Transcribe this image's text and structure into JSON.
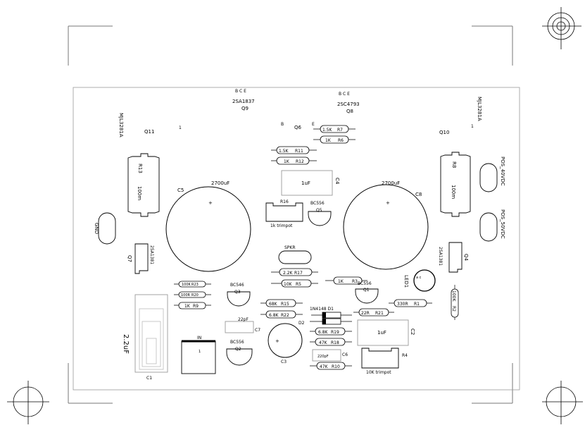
{
  "colors": {
    "outline": "#000000",
    "board_edge": "#999999",
    "cap_fill": "#ffffff",
    "resistor_fill": "#d9d9d9",
    "crop_mark": "#777777"
  },
  "transistors": {
    "q11": {
      "ref": "Q11",
      "part": "MJL3281A",
      "pin": "1"
    },
    "q9": {
      "ref": "Q9",
      "part": "2SA1837",
      "pins": "B C E"
    },
    "q8": {
      "ref": "Q8",
      "part": "2SC4793",
      "pins": "B C E"
    },
    "q10": {
      "ref": "Q10",
      "part": "MJL3281A",
      "pin": "1"
    },
    "q6": {
      "ref": "Q6",
      "pin_e": "E",
      "pin_b": "B"
    },
    "q5": {
      "ref": "Q5",
      "part": "BC556"
    },
    "q3": {
      "ref": "Q3",
      "part": "BC546"
    },
    "q1": {
      "ref": "Q1",
      "part": "BC556"
    },
    "q2": {
      "ref": "Q2",
      "part": "BC556"
    },
    "q7": {
      "ref": "Q7",
      "part": "2SA1381"
    },
    "q4": {
      "ref": "Q4",
      "part": "2SA1381"
    }
  },
  "resistors": {
    "r13": {
      "ref": "R13",
      "value": "100m"
    },
    "r8": {
      "ref": "R8",
      "value": "100m"
    },
    "r7": {
      "ref": "R7",
      "value": "1.5K"
    },
    "r6": {
      "ref": "R6",
      "value": "1K"
    },
    "r11": {
      "ref": "R11",
      "value": "1.5K"
    },
    "r12": {
      "ref": "R12",
      "value": "1K"
    },
    "r16": {
      "ref": "R16",
      "value": "1k trimpot"
    },
    "r17": {
      "ref": "R17",
      "value": "2.2K"
    },
    "r5": {
      "ref": "R5",
      "value": "10K"
    },
    "r3": {
      "ref": "R3",
      "value": "1K"
    },
    "r23": {
      "ref": "R23",
      "value": "100K"
    },
    "r20": {
      "ref": "R20",
      "value": "100R"
    },
    "r9": {
      "ref": "R9",
      "value": "1K"
    },
    "r15": {
      "ref": "R15",
      "value": "68K"
    },
    "r22": {
      "ref": "R22",
      "value": "6.8K"
    },
    "r1": {
      "ref": "R1",
      "value": "330R"
    },
    "r21": {
      "ref": "R21",
      "value": "22R"
    },
    "r2": {
      "ref": "R2",
      "value": "100K"
    },
    "r19": {
      "ref": "R19",
      "value": "6.8K"
    },
    "r18": {
      "ref": "R18",
      "value": "47K"
    },
    "r10": {
      "ref": "R10",
      "value": "47K"
    },
    "r4": {
      "ref": "R4",
      "value": "10K trimpot"
    }
  },
  "capacitors": {
    "c5": {
      "ref": "C5",
      "value": "2700uF",
      "plus": "+"
    },
    "c8": {
      "ref": "C8",
      "value": "2700uF",
      "plus": "+"
    },
    "c3": {
      "ref": "C3",
      "plus": "+"
    },
    "c1": {
      "ref": "C1",
      "value": "2.2uF"
    },
    "c2": {
      "ref": "C2",
      "value": "1uF"
    },
    "c4": {
      "ref": "C4",
      "value": "1uF"
    },
    "c7": {
      "ref": "C7",
      "value": "22pF"
    },
    "c6": {
      "ref": "C6",
      "value": "220pF"
    }
  },
  "misc": {
    "gnd": "GND",
    "pos40": "POS_40VDC",
    "pos50": "POS_50VDC",
    "spkr": "SPKR",
    "d1": "1N4148 D1",
    "d2": "D2",
    "led": "LED1",
    "led_pins": "a    c",
    "input": "IN",
    "input_pin": "1"
  }
}
